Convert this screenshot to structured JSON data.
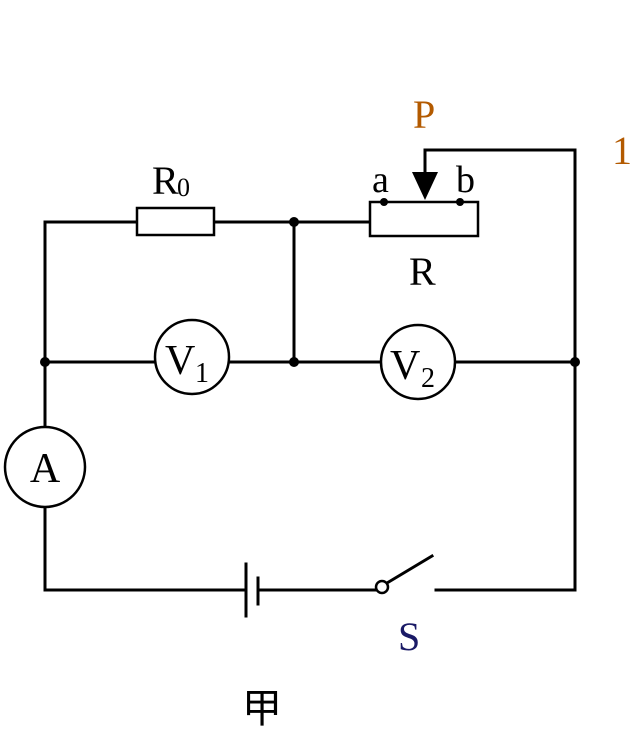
{
  "labels": {
    "r0_main": "R",
    "r0_sub": "0",
    "rheostat": "R",
    "slider": "P",
    "end_a": "a",
    "end_b": "b",
    "corner_mark": "1",
    "v1_main": "V",
    "v1_sub": "1",
    "v2_main": "V",
    "v2_sub": "2",
    "ammeter": "A",
    "switch": "S",
    "caption": "甲"
  },
  "colors": {
    "wire": "#000000",
    "orange_label": "#b35a00",
    "blue_label": "#1a1a66"
  }
}
